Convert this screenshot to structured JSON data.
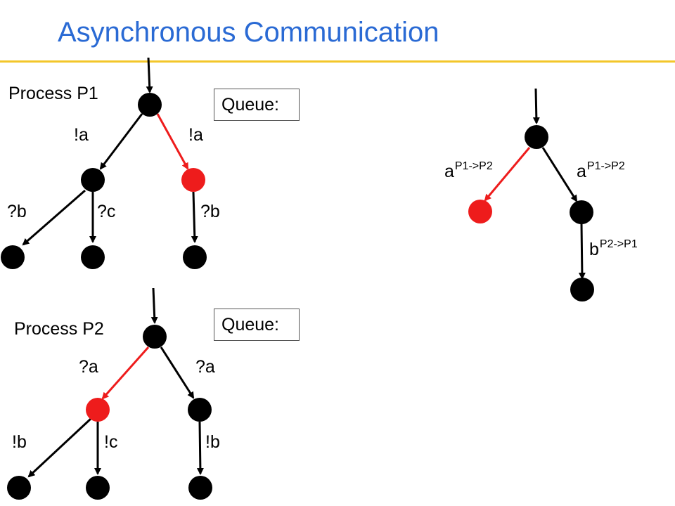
{
  "title": "Asynchronous Communication",
  "colors": {
    "title": "#2a6ad4",
    "rule": "#f3c62a",
    "node": "#000000",
    "active": "#ee1c1c"
  },
  "p1": {
    "label": "Process P1",
    "queue_label": "Queue:",
    "edges": [
      "!a",
      "!a",
      "?b",
      "?c",
      "?b"
    ]
  },
  "p2": {
    "label": "Process P2",
    "queue_label": "Queue:",
    "edges": [
      "?a",
      "?a",
      "!b",
      "!c",
      "!b"
    ]
  },
  "combined": {
    "left_edge": {
      "msg": "a",
      "dir": "P1->P2"
    },
    "right_edge": {
      "msg": "a",
      "dir": "P1->P2"
    },
    "lower_edge": {
      "msg": "b",
      "dir": "P2->P1"
    }
  }
}
